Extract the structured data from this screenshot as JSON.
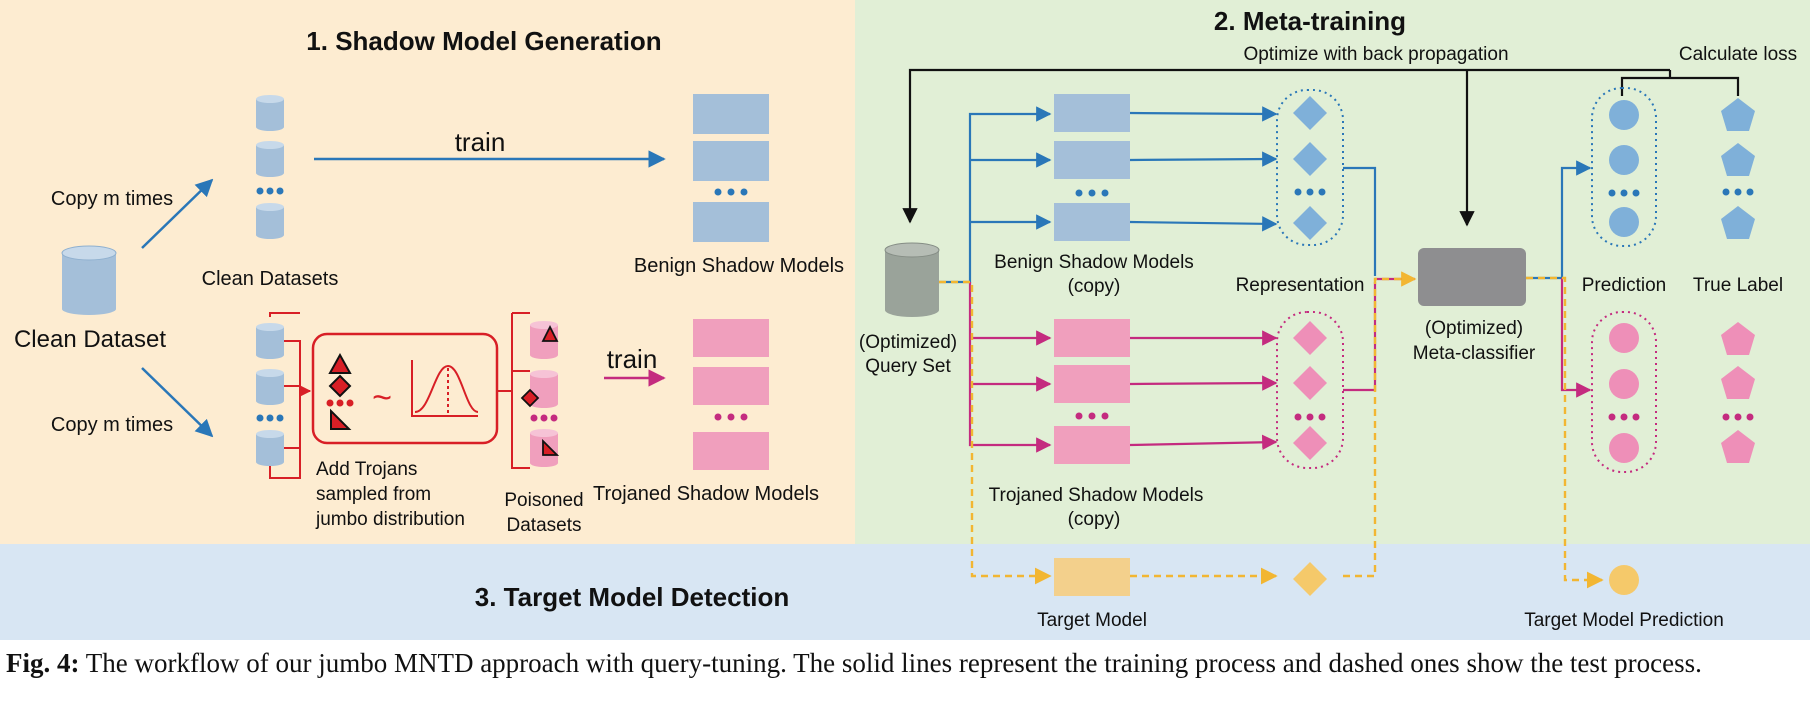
{
  "colors": {
    "shadow_bg": "#fdecd1",
    "meta_bg": "#e1efd6",
    "detect_bg": "#d8e6f3",
    "benign": "#a4bfd9",
    "trojan": "#f09fbd",
    "target": "#f3d08c",
    "query": "#9aa39a",
    "classifier": "#8e8e90",
    "blue_line": "#2a77b8",
    "magenta_line": "#c42b7f",
    "red": "#d81f26",
    "black": "#111111",
    "orange_dash": "#f2b632",
    "benign_shape": "#7fb0d9",
    "trojan_shape": "#ee8fb8",
    "target_shape": "#f5c96a"
  },
  "sections": {
    "shadow": "1. Shadow Model Generation",
    "meta": "2. Meta-training",
    "detect": "3. Target Model Detection"
  },
  "labels": {
    "clean_dataset": "Clean Dataset",
    "copy_top": "Copy m times",
    "copy_bottom": "Copy m times",
    "clean_datasets": "Clean Datasets",
    "train_top": "train",
    "train_bottom": "train",
    "benign_shadow": "Benign Shadow Models",
    "trojaned_shadow": "Trojaned Shadow Models",
    "add_trojans": [
      "Add Trojans",
      "sampled from",
      "jumbo distribution"
    ],
    "poisoned": [
      "Poisoned",
      "Datasets"
    ],
    "tilde": "~",
    "query_set": [
      "(Optimized)",
      "Query Set"
    ],
    "benign_copy": [
      "Benign Shadow Models",
      "(copy)"
    ],
    "trojaned_copy": [
      "Trojaned Shadow Models",
      "(copy)"
    ],
    "representation": "Representation",
    "meta_classifier": [
      "(Optimized)",
      "Meta-classifier"
    ],
    "optimize": "Optimize with back propagation",
    "calc_loss": "Calculate loss",
    "prediction": "Prediction",
    "true_label": "True Label",
    "target_model": "Target Model",
    "target_prediction": "Target Model Prediction"
  },
  "caption": {
    "lead": "Fig. 4:",
    "text": " The workflow of our jumbo MNTD approach with query-tuning. The solid lines represent the training process and dashed ones show the test process."
  }
}
